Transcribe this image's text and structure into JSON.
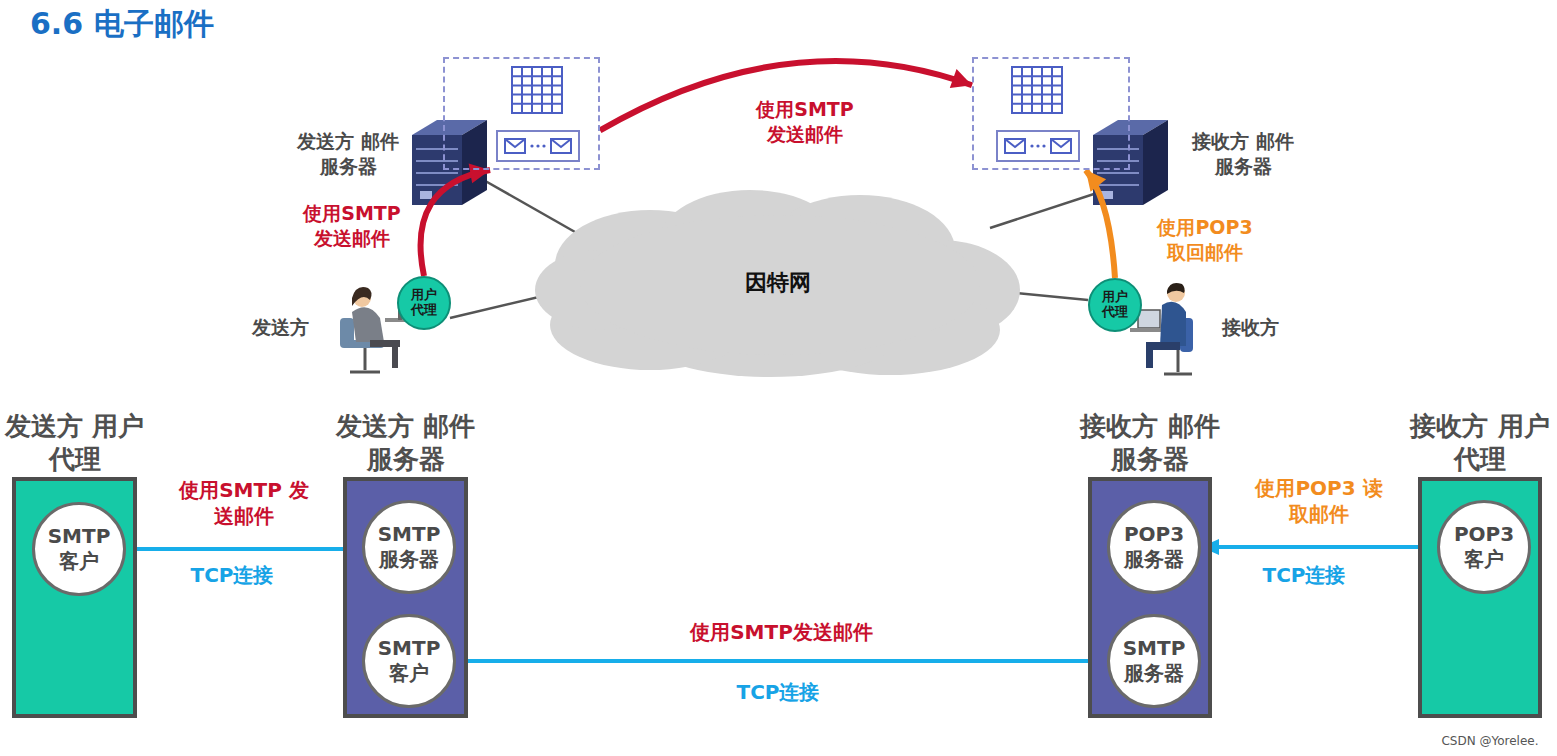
{
  "diagram": {
    "title": "6.6 电子邮件",
    "nodes": [
      {
        "text": [
          "发送方 邮件服务器"
        ]
      },
      {
        "text": [
          "接收方 邮件服务器"
        ]
      },
      {
        "text": [
          "因特网"
        ]
      },
      {
        "text": [
          "用户代理"
        ]
      },
      {
        "text": [
          "用户代理"
        ]
      },
      {
        "text": [
          "发送方 用户代理"
        ]
      },
      {
        "text": [
          "SMTP 客户"
        ],
        "in": 5
      },
      {
        "text": [
          "发送方 邮件服务器"
        ]
      },
      {
        "text": [
          "SMTP 服务器"
        ],
        "in": 7
      },
      {
        "text": [
          "SMTP 客户"
        ],
        "in": 7
      },
      {
        "text": [
          "接收方 邮件服务器"
        ]
      },
      {
        "text": [
          "POP3 服务器"
        ],
        "in": 10
      },
      {
        "text": [
          "SMTP 服务器"
        ],
        "in": 10
      },
      {
        "text": [
          "接收方 用户代理"
        ]
      },
      {
        "text": [
          "POP3 客户"
        ],
        "in": 13
      }
    ],
    "edges": [
      {
        "from": 3,
        "to": 0,
        "arrow": "to",
        "label": "使用SMTP 发送邮件"
      },
      {
        "from": 0,
        "to": 1,
        "arrow": "to",
        "label": "使用SMTP 发送邮件"
      },
      {
        "from": 4,
        "to": 1,
        "arrow": "to",
        "label": "使用POP3 取回邮件"
      },
      {
        "from": 6,
        "to": 8,
        "arrow": "to",
        "label": "使用SMTP 发送邮件"
      },
      {
        "from": 9,
        "to": 12,
        "arrow": "to",
        "label": "使用SMTP发送邮件"
      },
      {
        "from": 14,
        "to": 11,
        "arrow": "to",
        "label": "使用POP3 读取邮件"
      }
    ],
    "labels": [
      "发送方",
      "接收方",
      "TCP连接",
      "TCP连接",
      "TCP连接",
      "CSDN @Yorelee."
    ]
  }
}
